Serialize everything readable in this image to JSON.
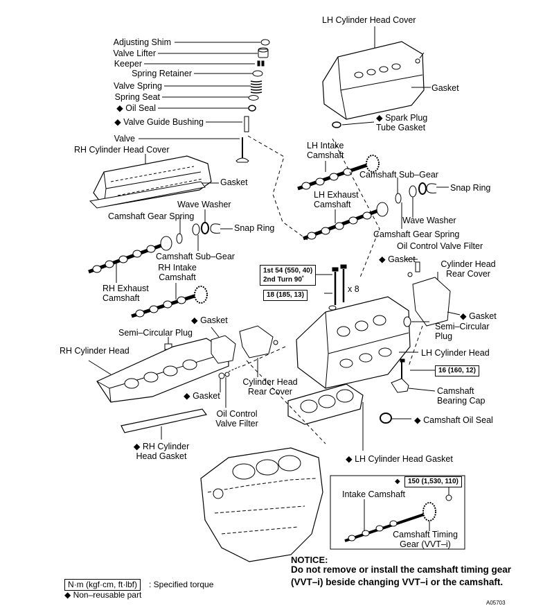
{
  "labels": {
    "adjusting_shim": "Adjusting Shim",
    "valve_lifter": "Valve Lifter",
    "keeper": "Keeper",
    "spring_retainer": "Spring Retainer",
    "valve_spring": "Valve Spring",
    "spring_seat": "Spring Seat",
    "oil_seal": "◆ Oil Seal",
    "valve_guide_bushing": "◆ Valve Guide Bushing",
    "valve": "Valve",
    "rh_cyl_head_cover": "RH Cylinder Head Cover",
    "rh_cover_gasket": "Gasket",
    "wave_washer_rh": "Wave Washer",
    "cam_gear_spring_rh": "Camshaft Gear Spring",
    "snap_ring_rh": "Snap Ring",
    "cam_sub_gear_rh": "Camshaft Sub–Gear",
    "rh_intake_camshaft": "RH Intake\nCamshaft",
    "rh_exhaust_camshaft": "RH Exhaust\nCamshaft",
    "gasket_rh_plug": "◆ Gasket",
    "semi_circular_plug_rh": "Semi–Circular Plug",
    "rh_cylinder_head": "RH Cylinder Head",
    "gasket_rh_ocv": "◆ Gasket",
    "oil_control_valve_filter_rh": "Oil Control\nValve Filter",
    "cyl_head_rear_cover_rh": "Cylinder Head\nRear Cover",
    "rh_cyl_head_gasket": "◆ RH Cylinder\nHead Gasket",
    "lh_cyl_head_cover": "LH Cylinder Head Cover",
    "lh_cover_gasket": "Gasket",
    "spark_plug_tube_gasket": "◆ Spark Plug\nTube Gasket",
    "lh_intake_camshaft": "LH Intake\nCamshaft",
    "cam_sub_gear_lh": "Camshaft Sub–Gear",
    "snap_ring_lh": "Snap Ring",
    "lh_exhaust_camshaft": "LH Exhaust\nCamshaft",
    "wave_washer_lh": "Wave Washer",
    "cam_gear_spring_lh": "Camshaft Gear Spring",
    "ocv_filter_lh": "Oil Control Valve Filter",
    "gasket_lh_ocv": "◆ Gasket",
    "cyl_head_rear_cover_lh": "Cylinder Head\nRear Cover",
    "gasket_lh_plug": "◆ Gasket",
    "semi_circular_plug_lh": "Semi–Circular\nPlug",
    "lh_cylinder_head": "LH Cylinder Head",
    "camshaft_bearing_cap": "Camshaft\nBearing Cap",
    "camshaft_oil_seal": "◆ Camshaft Oil Seal",
    "lh_cyl_head_gasket": "◆ LH Cylinder Head Gasket",
    "intake_camshaft": "Intake Camshaft",
    "camshaft_timing_gear": "Camshaft Timing\nGear (VVT–i)",
    "x8": "x 8"
  },
  "torques": {
    "head_bolt": "1st 54 (550, 40)\n2nd Turn 90˚",
    "t18": "18 (185, 13)",
    "t16": "16 (160, 12)",
    "t150": "150 (1,530, 110)",
    "diamond": "◆"
  },
  "notice": {
    "title": "NOTICE:",
    "body": "Do not remove or install the camshaft timing gear (VVT–i) beside changing VVT–i or the camshaft."
  },
  "legend": {
    "unit_box": "N·m (kgf·cm, ft·lbf)",
    "unit_desc": ": Specified torque",
    "non_reusable": "◆ Non–reusable part"
  },
  "figure_code": "A05703"
}
